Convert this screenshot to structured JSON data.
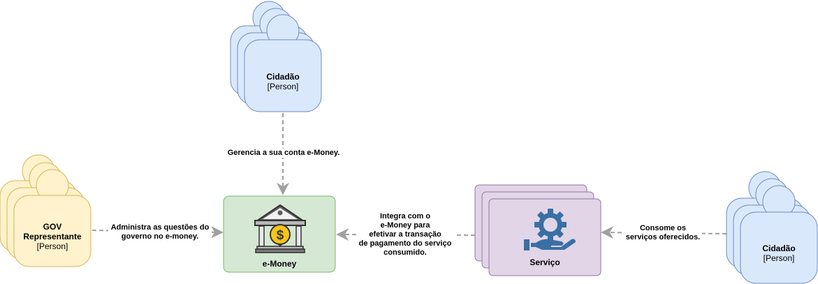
{
  "colors": {
    "person_blue_fill": "#dae8fc",
    "person_blue_stroke": "#6c8ebf",
    "person_yellow_fill": "#fff2cc",
    "person_yellow_stroke": "#d6b656",
    "system_green_fill": "#d5e8d4",
    "system_green_stroke": "#82b366",
    "service_purple_fill": "#e1d5e7",
    "service_purple_stroke": "#9673a6",
    "edge": "#a0a0a0",
    "gear_blue": "#3a6fa6"
  },
  "nodes": {
    "cidadao_top": {
      "title": "Cidadão",
      "type": "[Person]"
    },
    "gov": {
      "title_line1": "GOV",
      "title_line2": "Representante",
      "type": "[Person]"
    },
    "emoney": {
      "title": "e-Money",
      "icon": "bank-icon"
    },
    "servico": {
      "title": "Serviço",
      "icon": "gear-hand-icon"
    },
    "cidadao_right": {
      "title": "Cidadão",
      "type": "[Person]"
    }
  },
  "edges": {
    "cidadao_to_emoney": {
      "label": "Gerencia a sua conta e-Money."
    },
    "gov_to_emoney": {
      "label_line1": "Administra as questões do",
      "label_line2": "governo no e-money."
    },
    "servico_to_emoney": {
      "label_line1": "Integra com o",
      "label_line2": "e-Money para",
      "label_line3": "efetivar a transação",
      "label_line4": "de pagamento do serviço",
      "label_line5": "consumido."
    },
    "cidadao_to_servico": {
      "label_line1": "Consome os",
      "label_line2": "serviços oferecidos."
    }
  }
}
